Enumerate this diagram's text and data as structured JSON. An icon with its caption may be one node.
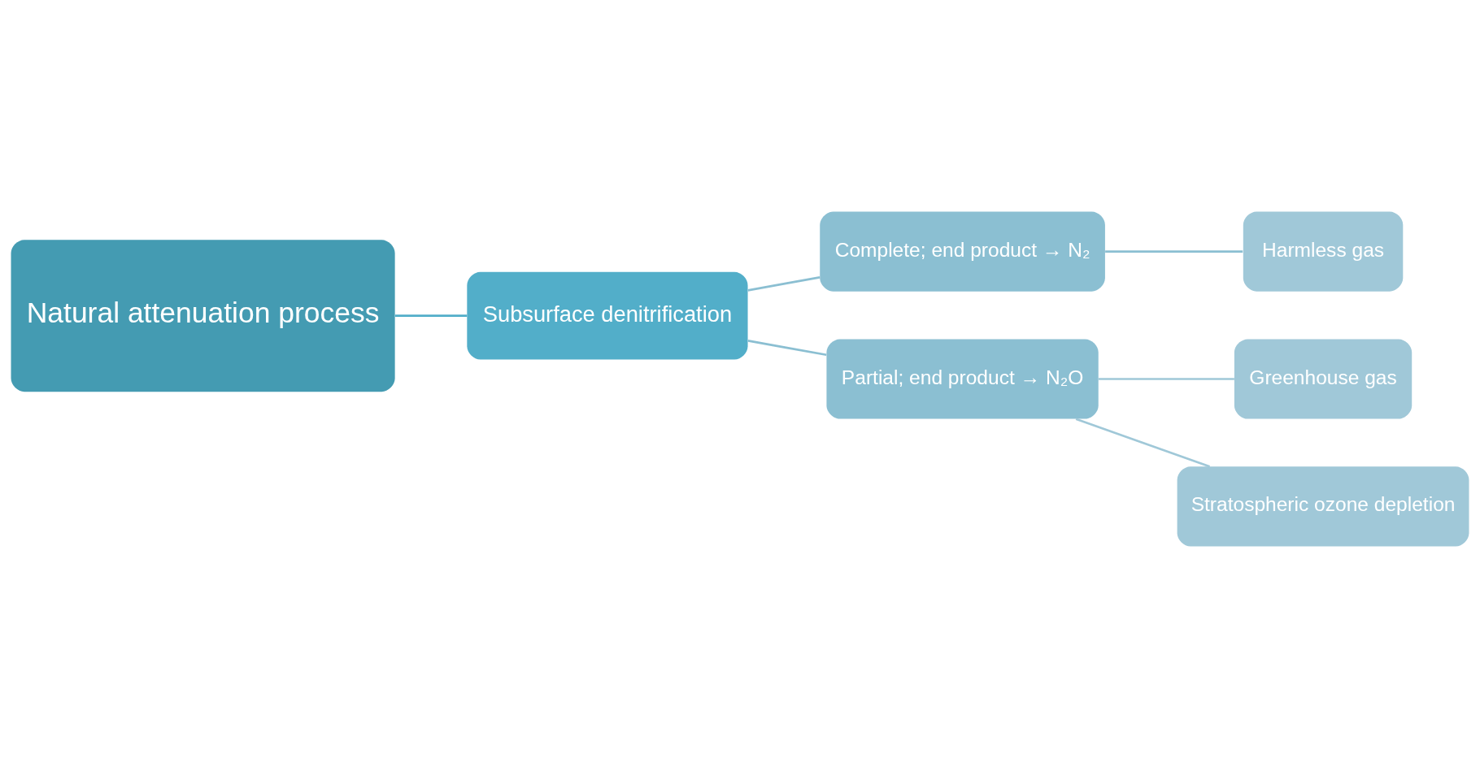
{
  "diagram": {
    "nodes": [
      {
        "text": [
          "Natural attenuation process"
        ]
      },
      {
        "text": [
          "Subsurface denitrification"
        ]
      },
      {
        "text": [
          "Complete; end product → N₂"
        ]
      },
      {
        "text": [
          "Harmless gas"
        ]
      },
      {
        "text": [
          "Partial; end product → N₂O"
        ]
      },
      {
        "text": [
          "Greenhouse gas"
        ]
      },
      {
        "text": [
          "Stratospheric ozone depletion"
        ]
      }
    ],
    "edges": [
      {
        "from": 0,
        "to": 1,
        "arrow": "none"
      },
      {
        "from": 1,
        "to": 2,
        "arrow": "none"
      },
      {
        "from": 1,
        "to": 4,
        "arrow": "none"
      },
      {
        "from": 2,
        "to": 3,
        "arrow": "none"
      },
      {
        "from": 4,
        "to": 5,
        "arrow": "none"
      },
      {
        "from": 4,
        "to": 6,
        "arrow": "none"
      }
    ]
  }
}
